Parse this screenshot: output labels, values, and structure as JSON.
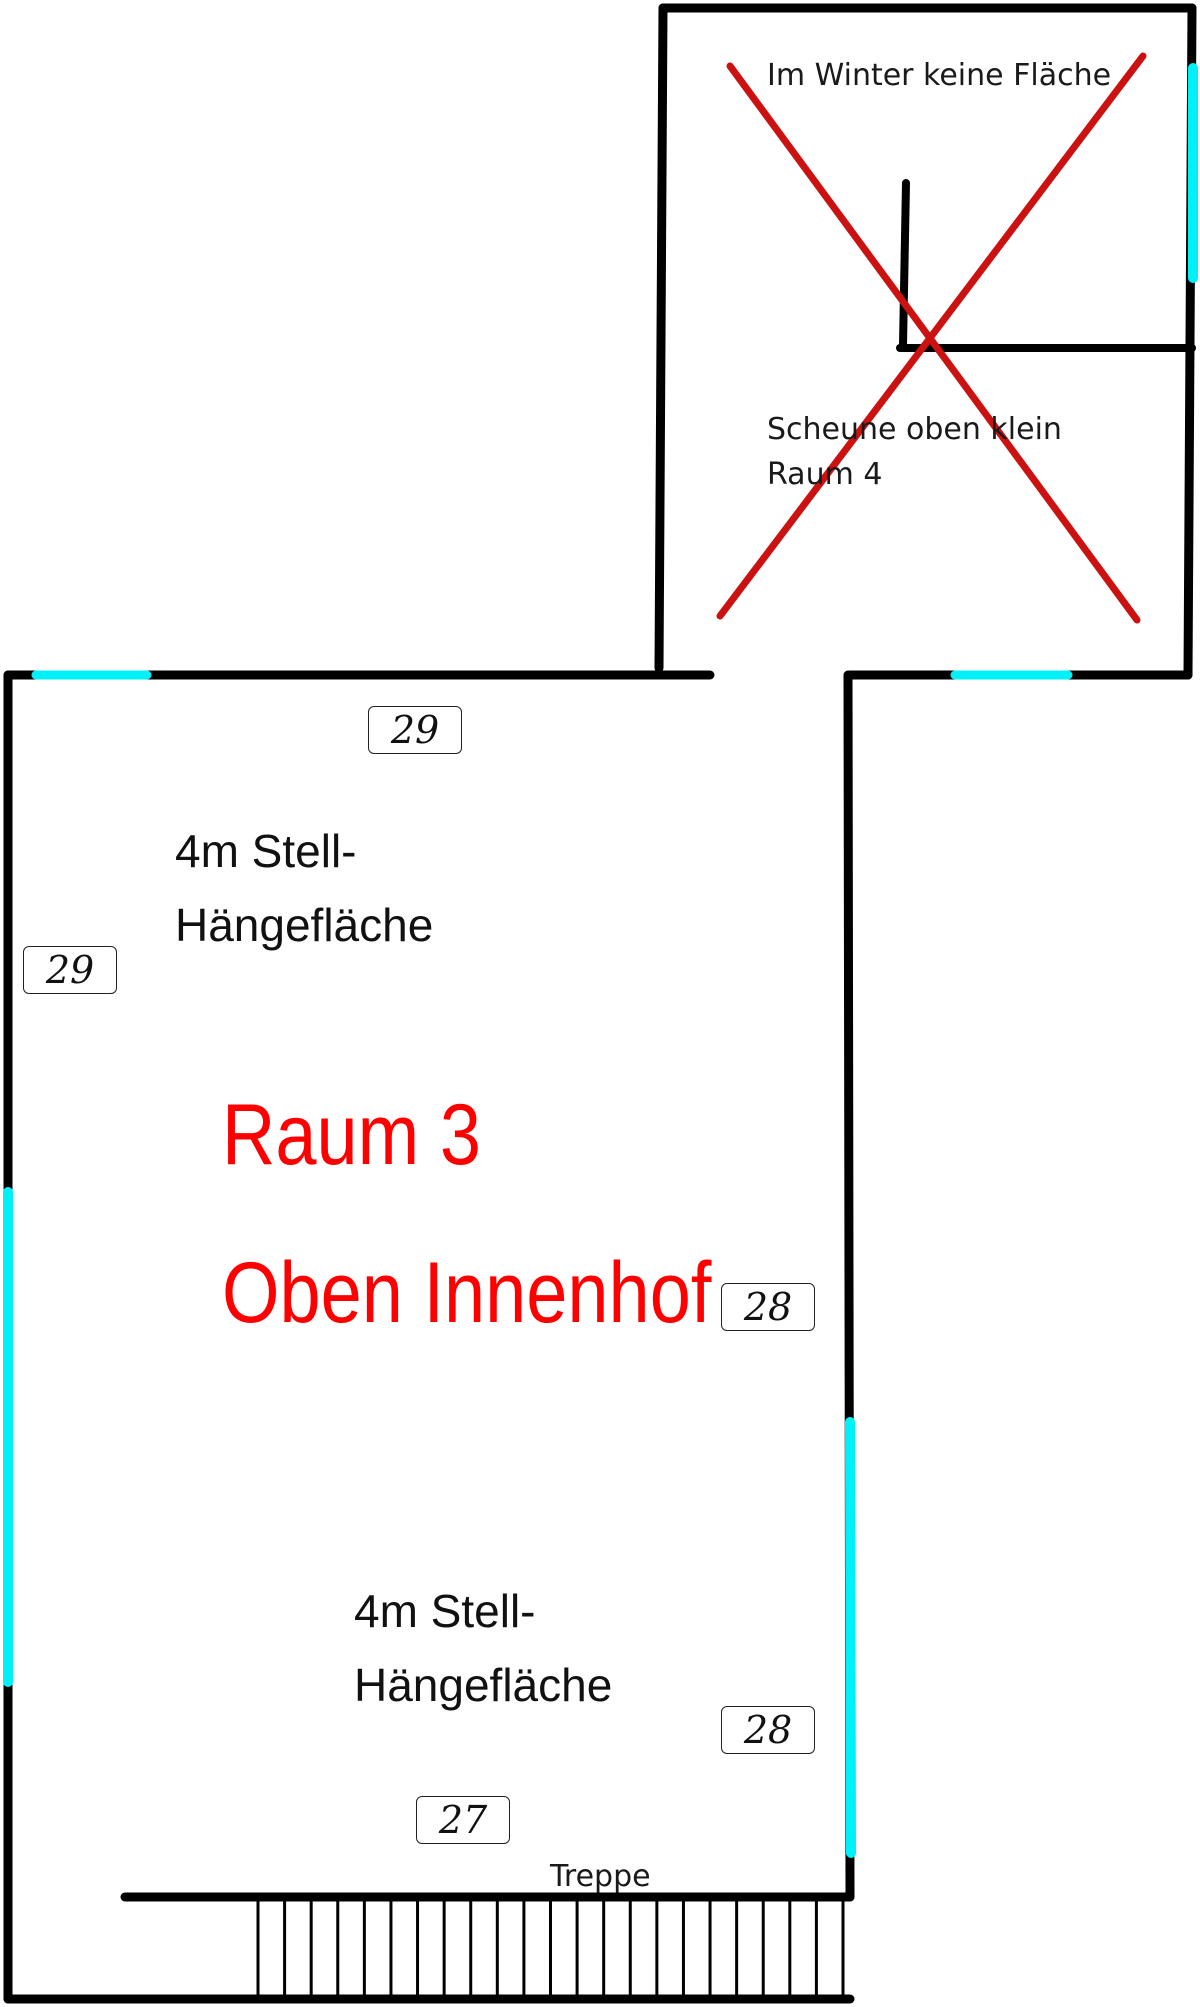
{
  "colors": {
    "wall": "#000000",
    "window": "#00f0f8",
    "cross": "#cc1111",
    "room_title": "#ff0000"
  },
  "room3": {
    "title_line1": "Raum 3",
    "title_line2": "Oben Innenhof"
  },
  "room4": {
    "note": "Im Winter keine Fläche",
    "label_line1": "Scheune oben klein",
    "label_line2": "Raum 4",
    "status": "crossed out"
  },
  "areas": [
    {
      "line1": "4m Stell-",
      "line2": "Hängefläche"
    },
    {
      "line1": "4m Stell-",
      "line2": "Hängefläche"
    }
  ],
  "badges": [
    "29",
    "29",
    "28",
    "28",
    "27"
  ],
  "stairs": {
    "label": "Treppe",
    "step_count": 23
  }
}
